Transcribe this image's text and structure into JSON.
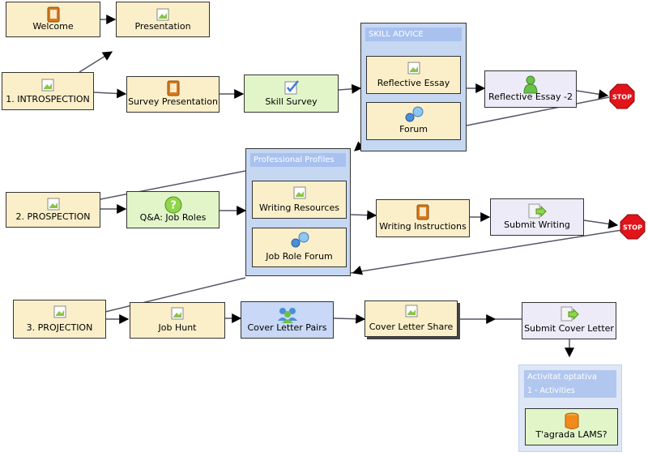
{
  "nodes": {
    "welcome": "Welcome",
    "presentation": "Presentation",
    "introspection": "1. INTROSPECTION",
    "survey_presentation": "Survey Presentation",
    "skill_survey": "Skill Survey",
    "reflective_essay": "Reflective Essay",
    "forum": "Forum",
    "reflective_essay_2": "Reflective Essay -2",
    "prospection": "2. PROSPECTION",
    "qa_job_roles": "Q&A: Job Roles",
    "writing_resources": "Writing Resources",
    "job_role_forum": "Job Role Forum",
    "writing_instructions": "Writing Instructions",
    "submit_writing": "Submit Writing",
    "projection": "3. PROJECTION",
    "job_hunt": "Job Hunt",
    "cover_letter_pairs": "Cover Letter Pairs",
    "cover_letter_share": "Cover Letter Share",
    "submit_cover_letter": "Submit Cover Letter",
    "tagrada_lams": "T'agrada LAMS?"
  },
  "groups": {
    "skill_advice": "SKILL ADVICE",
    "professional_profiles": "Professional Profiles",
    "optional_title": "Activitat optativa",
    "optional_count": "1 - Activities"
  },
  "stop_label": "STOP",
  "colors": {
    "beige": "#fbefc9",
    "green": "#e2f5c9",
    "lavender": "#ecebf7",
    "blue": "#c8d8f6",
    "group_bg": "#c6d7f2",
    "stop_red": "#e0141a"
  }
}
